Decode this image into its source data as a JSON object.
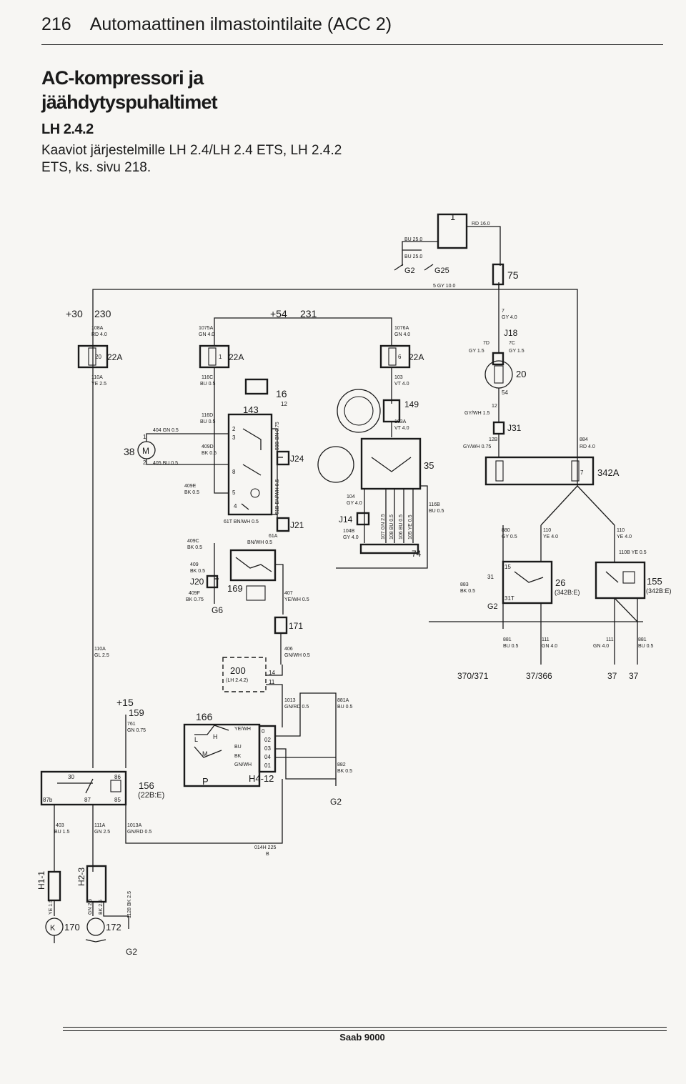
{
  "header": {
    "page_number": "216",
    "title": "Automaattinen ilmastointilaite (ACC 2)"
  },
  "section": {
    "title": "AC-kompressori ja jäähdytyspuhaltimet",
    "subtitle": "LH 2.4.2",
    "note": "Kaaviot järjestelmille LH 2.4/LH 2.4 ETS, LH 2.4.2 ETS, ks. sivu 218."
  },
  "footer": {
    "brand": "Saab 9000"
  },
  "diagram": {
    "components": {
      "c1": "1",
      "c75": "75",
      "c230": "+30",
      "n230": "230",
      "c231": "+54",
      "n231": "231",
      "c22A_left": "22A",
      "c22A_mid": "22A",
      "c22A_right": "22A",
      "c342A": "342A",
      "c38": "38",
      "m_label": "M",
      "c143": "143",
      "c16": "16",
      "cJ24": "J24",
      "cJ21": "J21",
      "c149": "149",
      "c35": "35",
      "cJ14": "J14",
      "c74": "74",
      "cJ18": "J18",
      "c20": "20",
      "cJ31": "J31",
      "c26": "26",
      "c26_note": "(342B:E)",
      "c155": "155",
      "c155_note": "(342B:E)",
      "cJ20": "J20",
      "c169": "169",
      "cG6": "G6",
      "c171": "171",
      "c200": "200",
      "c200_note": "(LH 2.4.2)",
      "c15": "+15",
      "c159": "159",
      "c166": "166",
      "cP": "P",
      "cH412": "H4-12",
      "cG2_mid": "G2",
      "c156": "156",
      "c156_note": "(22B:E)",
      "cH11": "H1-1",
      "cH23": "H2-3",
      "c170": "170",
      "c172": "172",
      "cG2_bottom": "G2",
      "k_label": "K",
      "cG2_top": "G2",
      "cG25": "G25",
      "cG2_right": "G2",
      "ref_370": "370/371",
      "ref_37_366": "37/366",
      "ref_37a": "37",
      "ref_37b": "37",
      "code": "014H 225",
      "code_sub": "B"
    },
    "wires": {
      "w_rd16": "RD 16.0",
      "w_bu25a": "BU 25.0",
      "w_bu25b": "BU 25.0",
      "w_5gy": "5  GY 10.0",
      "w_108A": "108A",
      "w_108A_s": "RD 4.0",
      "w_110A": "110A",
      "w_110A_s": "YE 2.5",
      "w_1075A": "1075A",
      "w_1075A_s": "GN 4.0",
      "w_116C": "116C",
      "w_116C_s": "BU 0.5",
      "w_116D": "116D",
      "w_116D_s": "BU 0.5",
      "w_404": "404  GN 0.5",
      "w_405": "405  BU 0.5",
      "w_409D": "409D",
      "w_409D_s": "BK 0.5",
      "w_409E": "409E",
      "w_409E_s": "BK 0.5",
      "w_61T": "61T  BN/WH 0.5",
      "w_61B": "61B  BN/WH 0.5",
      "w_59B": "59B  BN 0.75",
      "w_61A": "61A",
      "w_61A_s": "BN/WH 0.5",
      "w_409C": "409C",
      "w_409C_s": "BK 0.5",
      "w_409": "409",
      "w_409_s": "BK 0.5",
      "w_409F": "409F",
      "w_409F_s": "BK 0.75",
      "w_407": "407",
      "w_407_s": "YE/WH 0.5",
      "w_406": "406",
      "w_406_s": "GN/WH 0.5",
      "w_1076A": "1076A",
      "w_1076A_s": "GN 4.0",
      "w_103": "103",
      "w_103_s": "VT 4.0",
      "w_103A": "103A",
      "w_103A_s": "VT 4.0",
      "w_104": "104",
      "w_104_s": "GY 4.0",
      "w_104B": "104B",
      "w_104B_s": "GY 4.0",
      "w_107": "107  GN 2.5",
      "w_108": "108  BU 0.5",
      "w_106": "106  BU 0.5",
      "w_105": "105  YE 0.5",
      "w_116B": "116B",
      "w_116B_s": "BU 0.5",
      "w_7gy": "7",
      "w_7gy_s": "GY 4.0",
      "w_7D": "7D",
      "w_7D_s": "GY 1.5",
      "w_7C": "7C",
      "w_7C_s": "GY 1.5",
      "w_12": "12",
      "w_12_s": "GY/WH 1.5",
      "w_12B": "12B",
      "w_12B_s": "GY/WH 0.75",
      "w_884": "884",
      "w_884_s": "RD 4.0",
      "w_880": "880",
      "w_880_s": "GY 0.5",
      "w_110": "110",
      "w_110_s": "YE 4.0",
      "w_110r": "110",
      "w_110r_s": "YE 4.0",
      "w_110B": "110B  YE 0.5",
      "w_883": "883",
      "w_883_s": "BK 0.5",
      "w_881": "881",
      "w_881_s": "BU 0.5",
      "w_111": "111",
      "w_111_s": "GN 4.0",
      "w_111r": "111",
      "w_111r_s": "GN 4.0",
      "w_881r": "881",
      "w_881r_s": "BU 0.5",
      "w_110A_2": "110A",
      "w_110A_2s": "GL 2.5",
      "w_761": "761",
      "w_761_s": "GN 0.75",
      "w_1013": "1013",
      "w_1013_s": "GN/RD 0.5",
      "w_881A": "881A",
      "w_881A_s": "BU 0.5",
      "w_882": "882",
      "w_882_s": "BK 0.5",
      "w_yewh": "YE/WH",
      "w_bu": "BU",
      "w_bk": "BK",
      "w_gnwh": "GN/WH",
      "w_403": "403",
      "w_403_s": "BU 1.5",
      "w_111A": "111A",
      "w_111A_s": "GN 2.5",
      "w_1013A": "1013A",
      "w_1013A_s": "GN/RD 0.5",
      "w_ye15": "YE 1.5",
      "w_gn25": "GN 2.5",
      "w_bk25": "BK 2.5",
      "w_1128": "1128  BK 2.5"
    },
    "pins": {
      "p1": "1",
      "p2": "2",
      "p20": "20",
      "p1b": "1",
      "p6": "6",
      "p7": "7",
      "p8": "8",
      "p2b": "2",
      "p3": "3",
      "p4": "4",
      "p5": "5",
      "p12": "12",
      "p30": "30",
      "p86": "86",
      "p87": "87",
      "p85": "85",
      "p87b": "87b",
      "p15": "15",
      "p31T": "31T",
      "p31": "31",
      "p14": "14",
      "p11": "11",
      "p0": "0",
      "p02": "02",
      "p03": "03",
      "p04": "04",
      "p01": "01",
      "pL": "L",
      "pH": "H",
      "pM": "M",
      "p54": "54"
    }
  }
}
